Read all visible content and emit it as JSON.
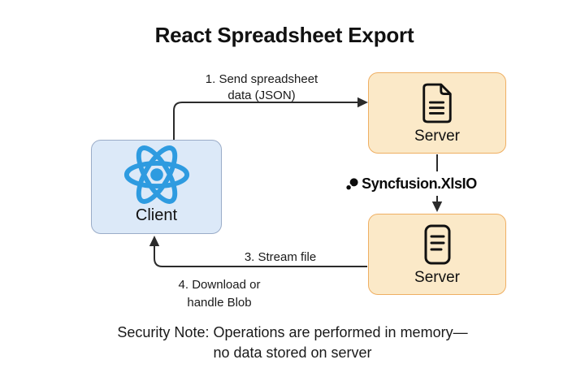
{
  "title": "React Spreadsheet Export",
  "diagram": {
    "client": {
      "label": "Client",
      "icon": "react-logo-icon"
    },
    "server_top": {
      "label": "Server",
      "icon": "document-icon"
    },
    "server_bottom": {
      "label": "Server",
      "icon": "file-lines-icon"
    },
    "edges": {
      "step1": {
        "line1": "1. Send spreadsheet",
        "line2": "data (JSON)"
      },
      "library": {
        "label": "Syncfusion.XlsIO",
        "icon": "syncfusion-logo-icon"
      },
      "step3": {
        "label": "3. Stream file"
      },
      "step4": {
        "line1": "4. Download or",
        "line2": "handle Blob"
      }
    },
    "note": {
      "line1": "Security Note: Operations are performed in memory—",
      "line2": "no data stored on server"
    }
  },
  "colors": {
    "client_fill": "#DCE9F8",
    "client_border": "#9AACC8",
    "server_fill": "#FBE9C8",
    "server_border": "#EFAF63",
    "react_blue": "#2E9BE0",
    "arrow": "#2b2b2b",
    "text": "#161616",
    "background": "#FFFFFF"
  }
}
